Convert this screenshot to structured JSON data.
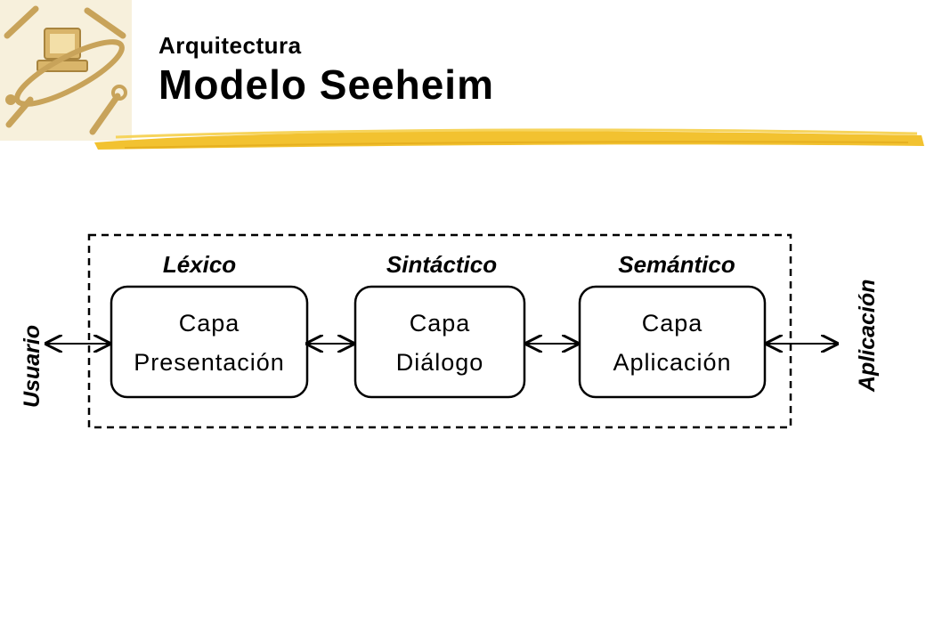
{
  "header": {
    "subtitle": "Arquitectura",
    "title": "Modelo Seeheim"
  },
  "diagram": {
    "user_label": "Usuario",
    "app_label": "Aplicación",
    "layers": [
      {
        "level": "Léxico",
        "line1": "Capa",
        "line2": "Presentación"
      },
      {
        "level": "Sintáctico",
        "line1": "Capa",
        "line2": "Diálogo"
      },
      {
        "level": "Semántico",
        "line1": "Capa",
        "line2": "Aplicación"
      }
    ]
  },
  "colors": {
    "stripe": "#f2c230",
    "logo_bg": "#f7f0dc",
    "logo_ink": "#c8a35a"
  }
}
